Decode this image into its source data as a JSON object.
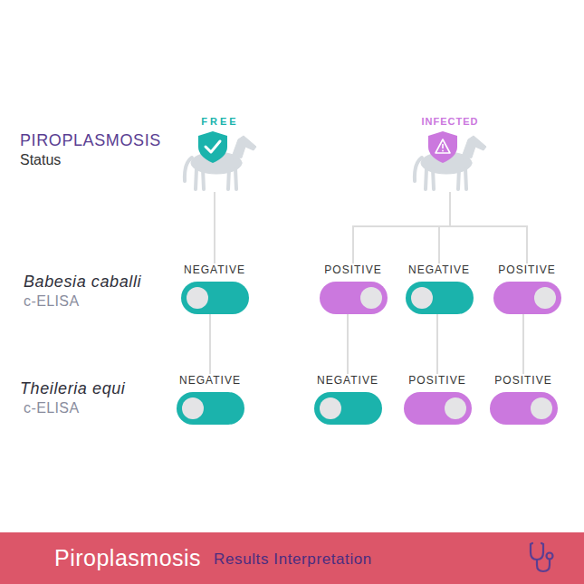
{
  "diagram": {
    "nodes": [
      {
        "text": [
          "FREE"
        ]
      },
      {
        "text": [
          "INFECTED"
        ]
      },
      {
        "text": [
          "NEGATIVE"
        ]
      },
      {
        "text": [
          "POSITIVE"
        ]
      },
      {
        "text": [
          "NEGATIVE"
        ]
      },
      {
        "text": [
          "POSITIVE"
        ]
      },
      {
        "text": [
          "NEGATIVE"
        ]
      },
      {
        "text": [
          "NEGATIVE"
        ]
      },
      {
        "text": [
          "POSITIVE"
        ]
      },
      {
        "text": [
          "POSITIVE"
        ]
      },
      {
        "text": [
          "Piroplasmosis",
          "Results Interpretation"
        ]
      }
    ],
    "edges": [
      {
        "from": 0,
        "to": 2,
        "arrow": "none"
      },
      {
        "from": 1,
        "to": 3,
        "arrow": "none"
      },
      {
        "from": 1,
        "to": 4,
        "arrow": "none"
      },
      {
        "from": 1,
        "to": 5,
        "arrow": "none"
      },
      {
        "from": 2,
        "to": 6,
        "arrow": "none"
      },
      {
        "from": 3,
        "to": 7,
        "arrow": "none"
      },
      {
        "from": 4,
        "to": 8,
        "arrow": "none"
      },
      {
        "from": 5,
        "to": 9,
        "arrow": "none"
      }
    ],
    "labels": [
      "PIROPLASMOSIS",
      "Status",
      "Babesia caballi",
      "c-ELISA",
      "Theileria equi",
      "c-ELISA"
    ]
  }
}
